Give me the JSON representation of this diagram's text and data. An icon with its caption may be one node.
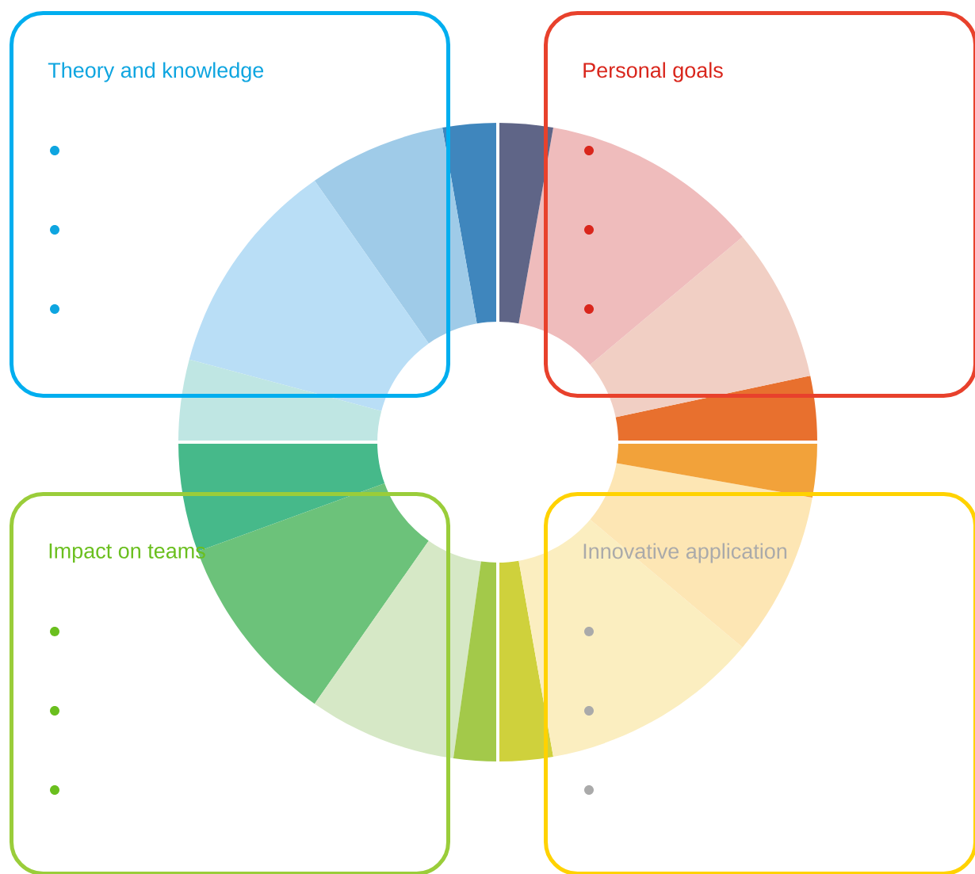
{
  "diagram": {
    "nodes": [
      {
        "text": [
          "Theory and knowledge"
        ]
      },
      {
        "text": [
          "Personal goals"
        ]
      },
      {
        "text": [
          "Impact on teams"
        ]
      },
      {
        "text": [
          "Innovative application"
        ]
      }
    ]
  }
}
